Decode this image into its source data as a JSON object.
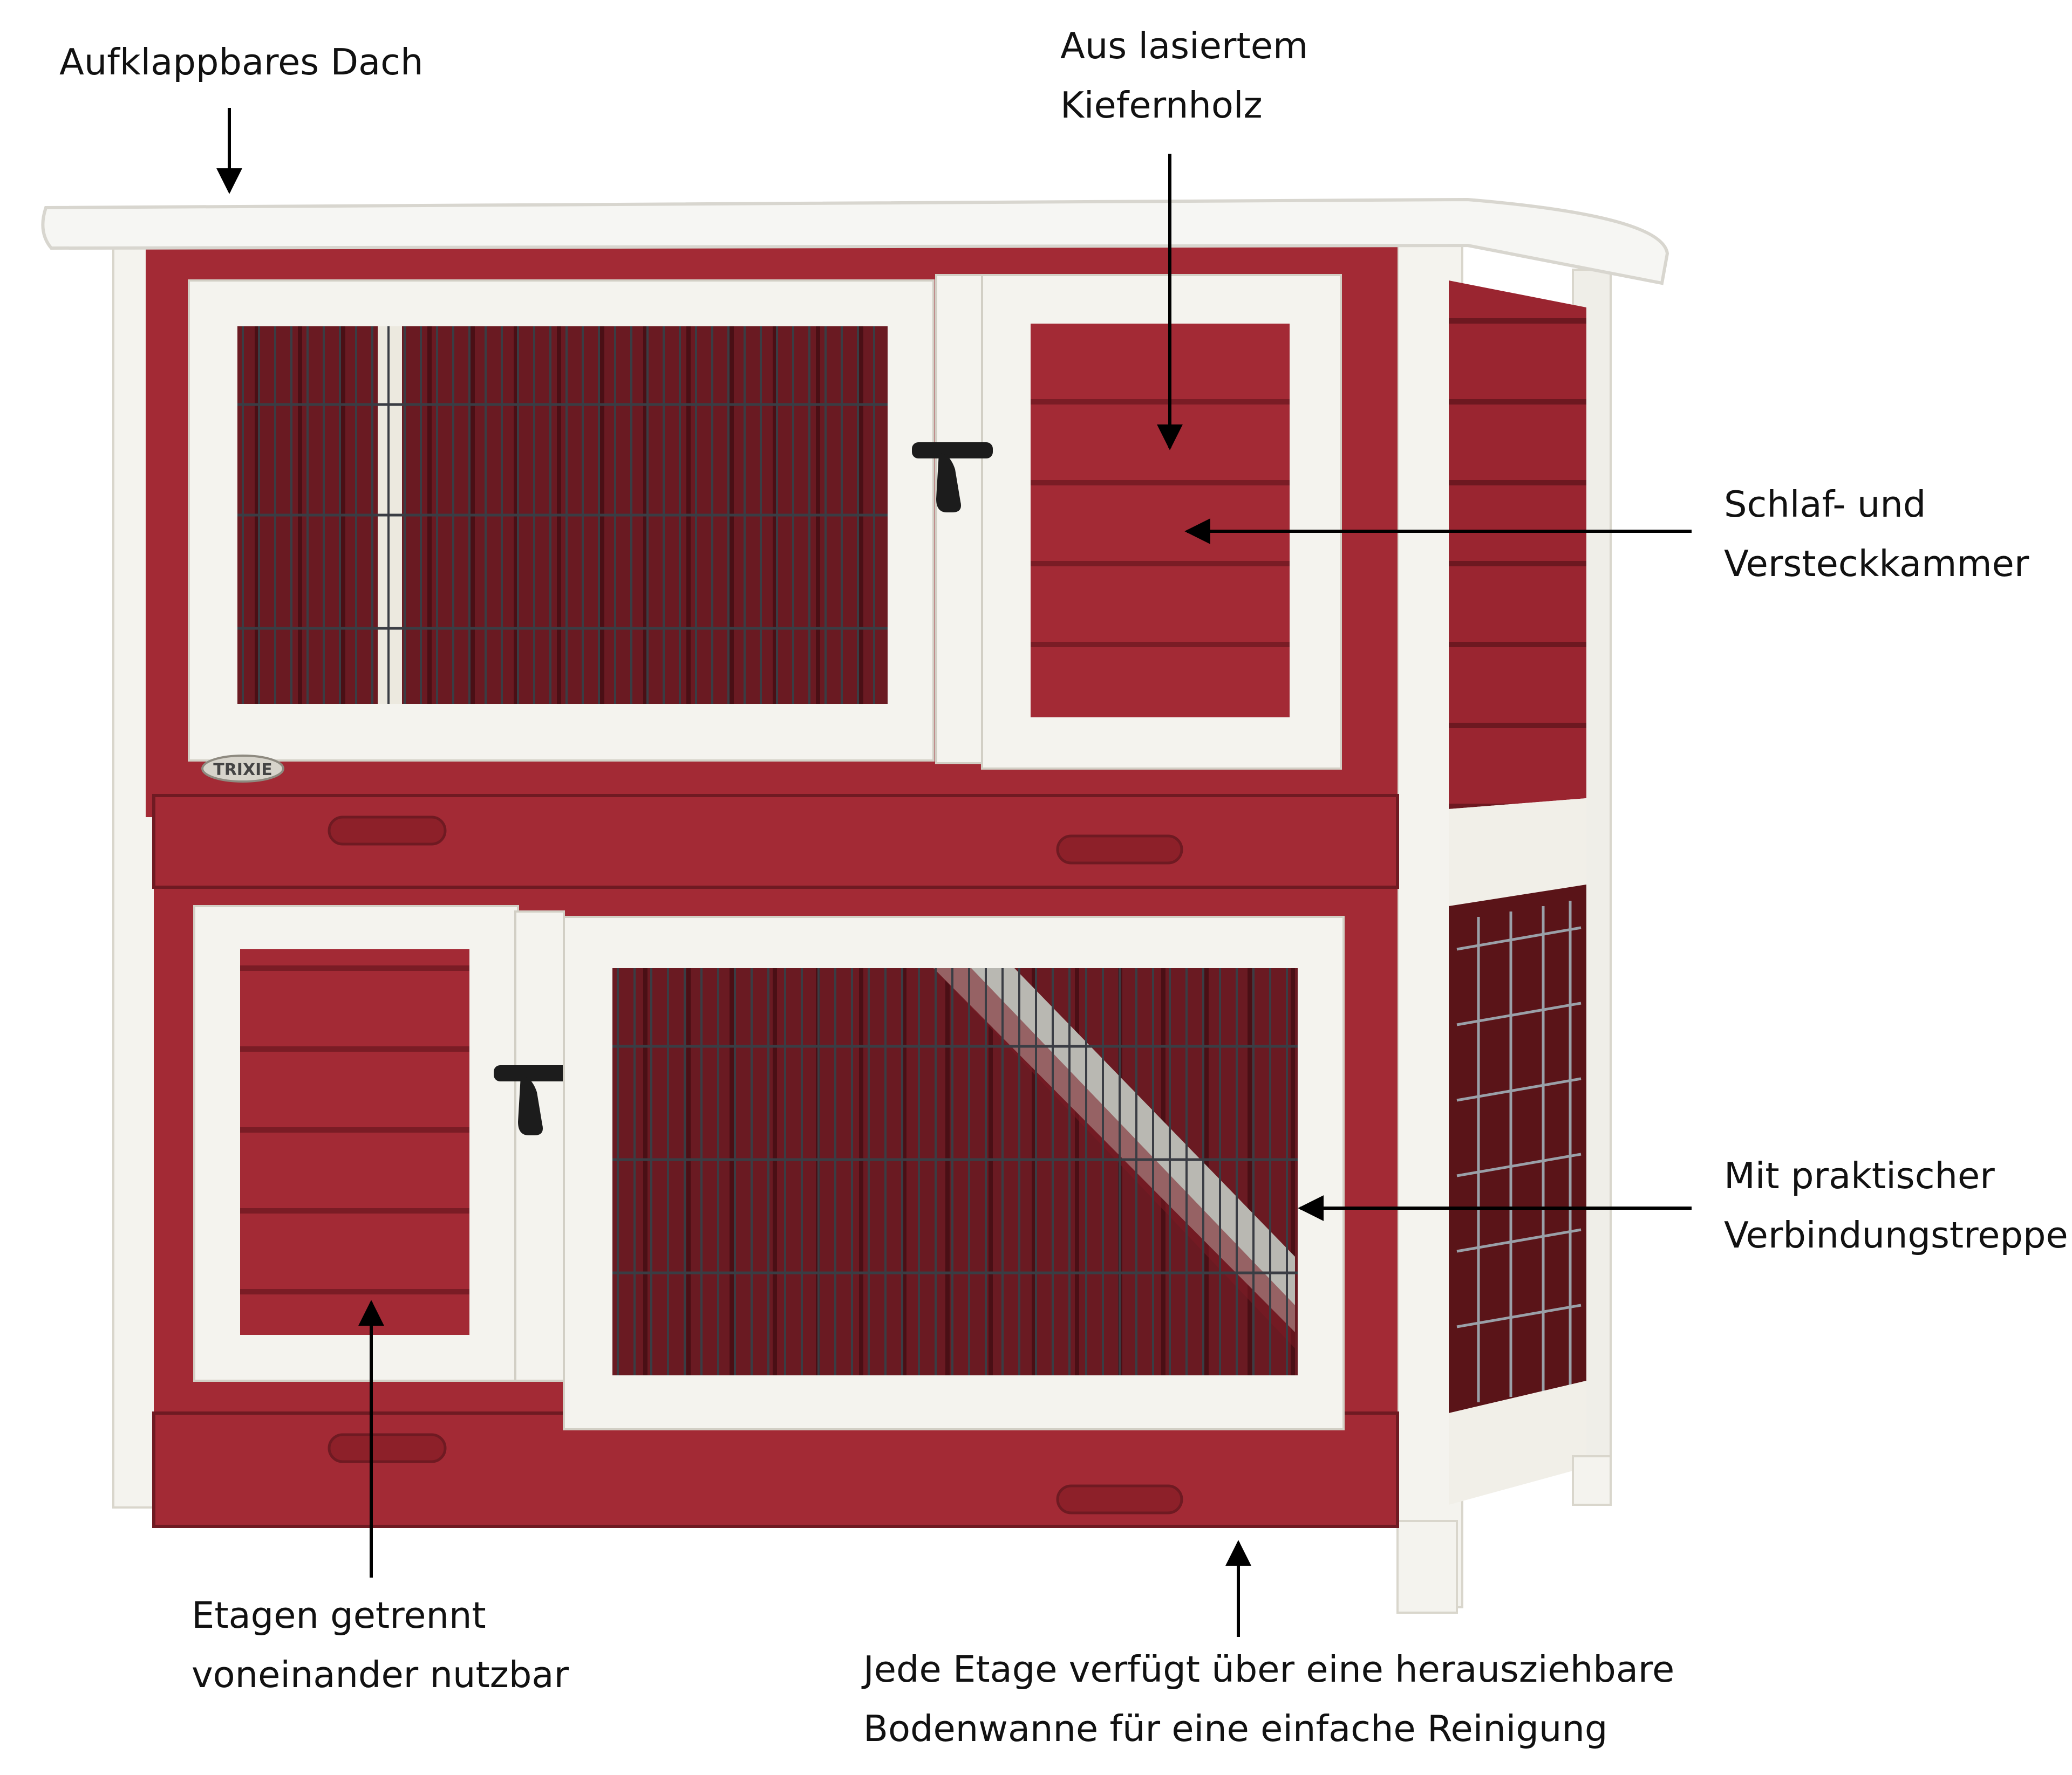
{
  "product": {
    "brand_logo": "TRIXIE",
    "colors": {
      "wood_red": "#a32a35",
      "wood_red_dark": "#7a1c25",
      "frame_white": "#f4f3ee",
      "interior": "#5a1016",
      "wire": "#3a3d44",
      "arrow": "#000000"
    }
  },
  "labels": {
    "roof": {
      "text": "Aufklappbares Dach"
    },
    "wood": {
      "line1": "Aus lasiertem",
      "line2": "Kiefernholz"
    },
    "chamber": {
      "line1": "Schlaf- und",
      "line2": "Versteckkammer"
    },
    "stairs": {
      "line1": "Mit praktischer",
      "line2": "Verbindungstreppe"
    },
    "levels": {
      "line1": "Etagen getrennt",
      "line2": "voneinander nutzbar"
    },
    "tray": {
      "line1": "Jede Etage verfügt über eine herausziehbare",
      "line2": "Bodenwanne für eine einfache Reinigung"
    }
  }
}
